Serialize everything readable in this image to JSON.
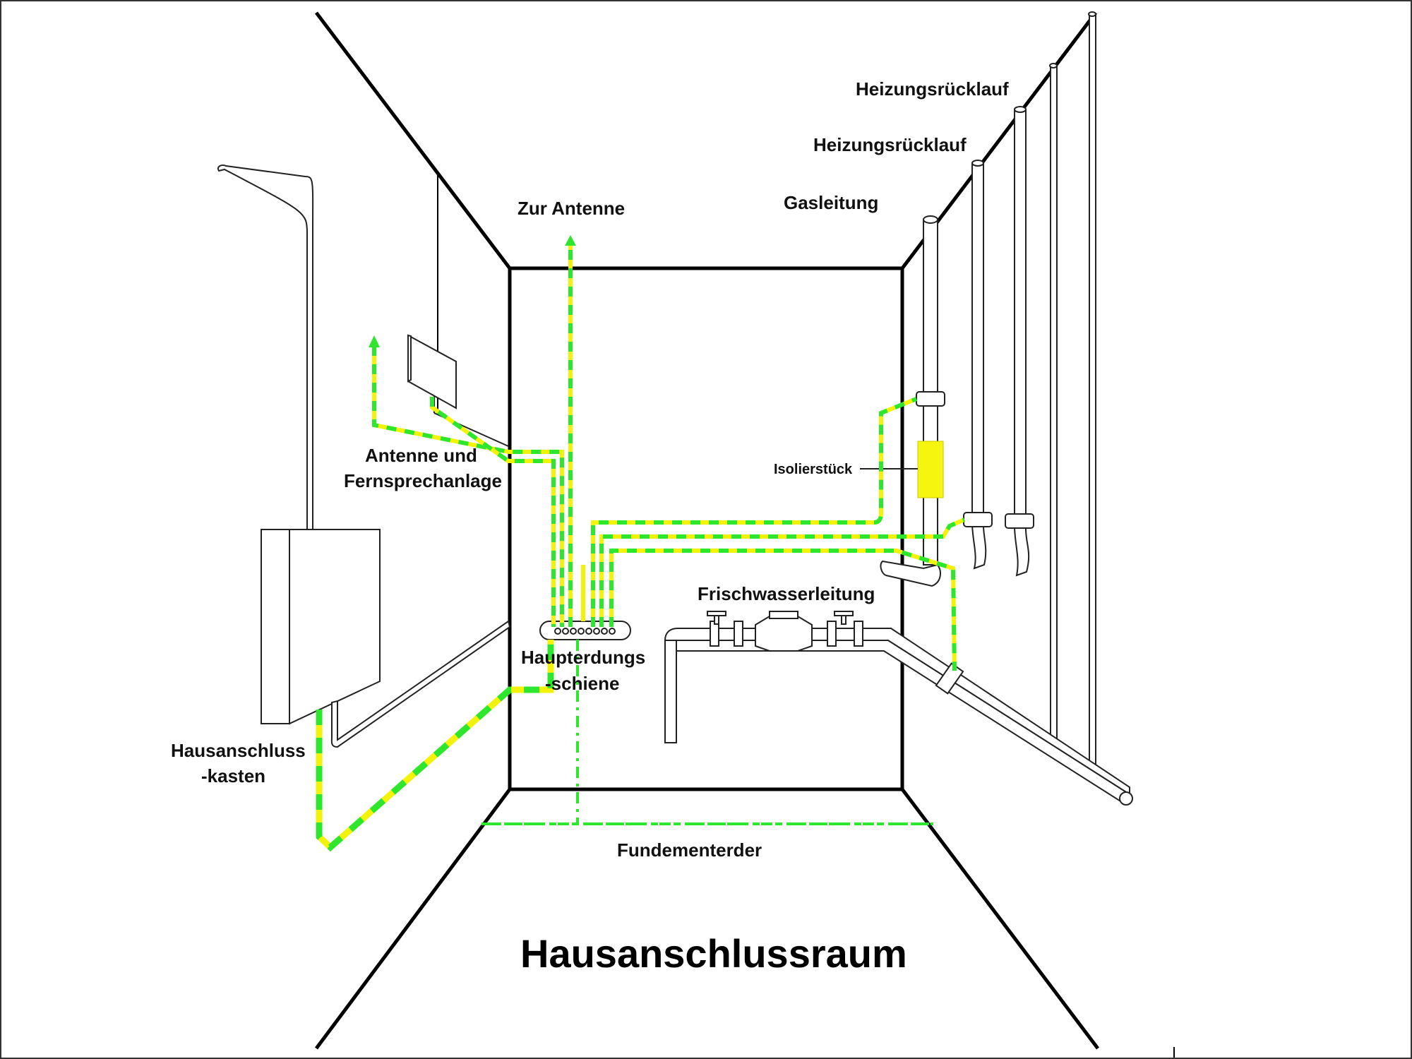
{
  "title": "Hausanschlussraum",
  "labels": {
    "heizung_1": "Heizungsrücklauf",
    "heizung_2": "Heizungsrücklauf",
    "gasleitung": "Gasleitung",
    "zur_antenne": "Zur Antenne",
    "antenne_line1": "Antenne und",
    "antenne_line2": "Fernsprechanlage",
    "isolierstueck": "Isolierstück",
    "frischwasser": "Frischwasserleitung",
    "hauptschiene_line1": "Haupterdungs",
    "hauptschiene_line2": "-schiene",
    "hausanschluss_line1": "Hausanschluss",
    "hausanschluss_line2": "-kasten",
    "fundamenterder": "Fundementerder"
  },
  "colors": {
    "wall_line": "#000000",
    "ground_green": "#2ee62e",
    "ground_yellow": "#f2f20a",
    "isolator_fill": "#f5f50f",
    "pipe_outline": "#222222"
  },
  "icons": {
    "arrow": "arrow-up-icon",
    "valve": "valve-handle-icon",
    "clamp": "pipe-clamp-icon"
  }
}
